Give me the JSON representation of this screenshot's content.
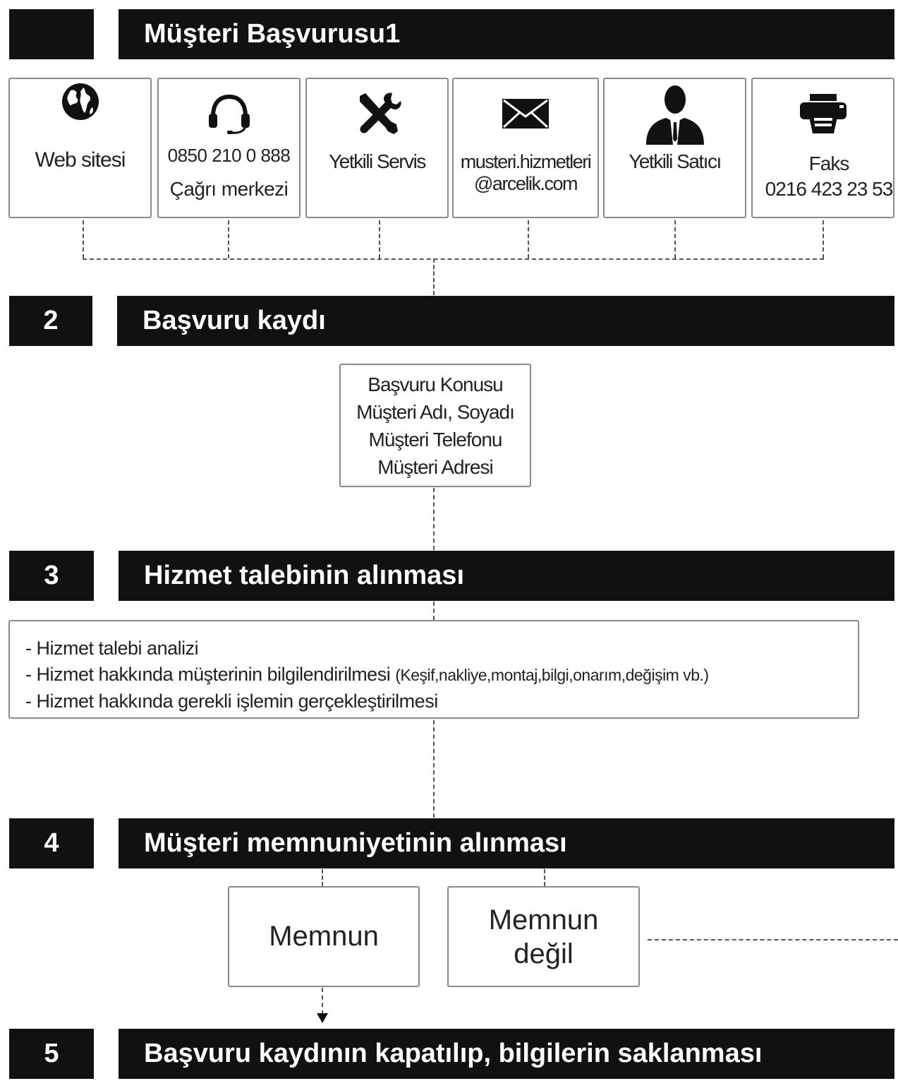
{
  "steps": [
    {
      "number": "",
      "title": "Müşteri Başvurusu1"
    },
    {
      "number": "2",
      "title": "Başvuru kaydı"
    },
    {
      "number": "3",
      "title": "Hizmet talebinin alınması"
    },
    {
      "number": "4",
      "title": "Müşteri memnuniyetinin alınması"
    },
    {
      "number": "5",
      "title": "Başvuru kaydının kapatılıp, bilgilerin saklanması"
    }
  ],
  "channels": [
    {
      "icon": "globe-icon",
      "lines": [
        "Web sitesi"
      ]
    },
    {
      "icon": "headset-icon",
      "lines": [
        "0850 210 0 888",
        "Çağrı merkezi"
      ]
    },
    {
      "icon": "tools-icon",
      "lines": [
        "Yetkili Servis"
      ]
    },
    {
      "icon": "envelope-icon",
      "lines": [
        "musteri.hizmetleri",
        "@arcelik.com"
      ]
    },
    {
      "icon": "person-icon",
      "lines": [
        "Yetkili Satıcı"
      ]
    },
    {
      "icon": "fax-icon",
      "lines": [
        "Faks",
        "0216 423 23 53"
      ]
    }
  ],
  "record_fields": [
    "Başvuru Konusu",
    "Müşteri Adı, Soyadı",
    "Müşteri Telefonu",
    "Müşteri Adresi"
  ],
  "service_items": [
    {
      "text": "- Hizmet talebi analizi",
      "note": ""
    },
    {
      "text": "- Hizmet hakkında müşterinin bilgilendirilmesi",
      "note": "(Keşif,nakliye,montaj,bilgi,onarım,değişim vb.)"
    },
    {
      "text": "- Hizmet hakkında gerekli işlemin gerçekleştirilmesi",
      "note": ""
    }
  ],
  "satisfaction": {
    "satisfied": "Memnun",
    "not_satisfied_line1": "Memnun",
    "not_satisfied_line2": "değil"
  }
}
